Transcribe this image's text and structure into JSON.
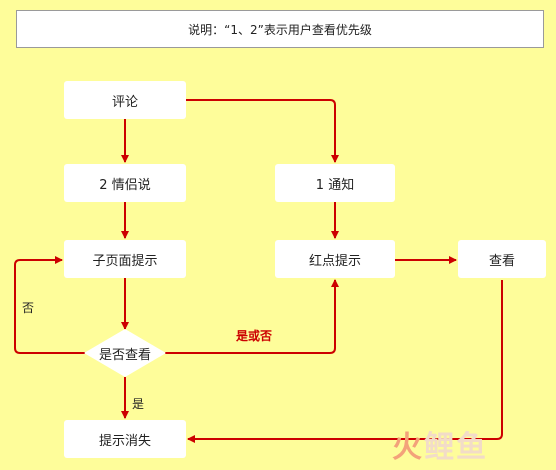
{
  "note": "说明：“1、2”表示用户查看优先级",
  "nodes": {
    "comment": "评论",
    "qinglv": "2 情侣说",
    "notify": "1 通知",
    "subpage": "子页面提示",
    "reddot": "红点提示",
    "view": "查看",
    "decision": "是否查看",
    "dismiss": "提示消失"
  },
  "edge_labels": {
    "no": "否",
    "yes": "是",
    "yes_or_no": "是或否"
  },
  "watermark": {
    "first": "火",
    "rest": "鲤鱼"
  },
  "colors": {
    "background": "#fefd9a",
    "arrow": "#cc0000",
    "node_fill": "#ffffff"
  }
}
